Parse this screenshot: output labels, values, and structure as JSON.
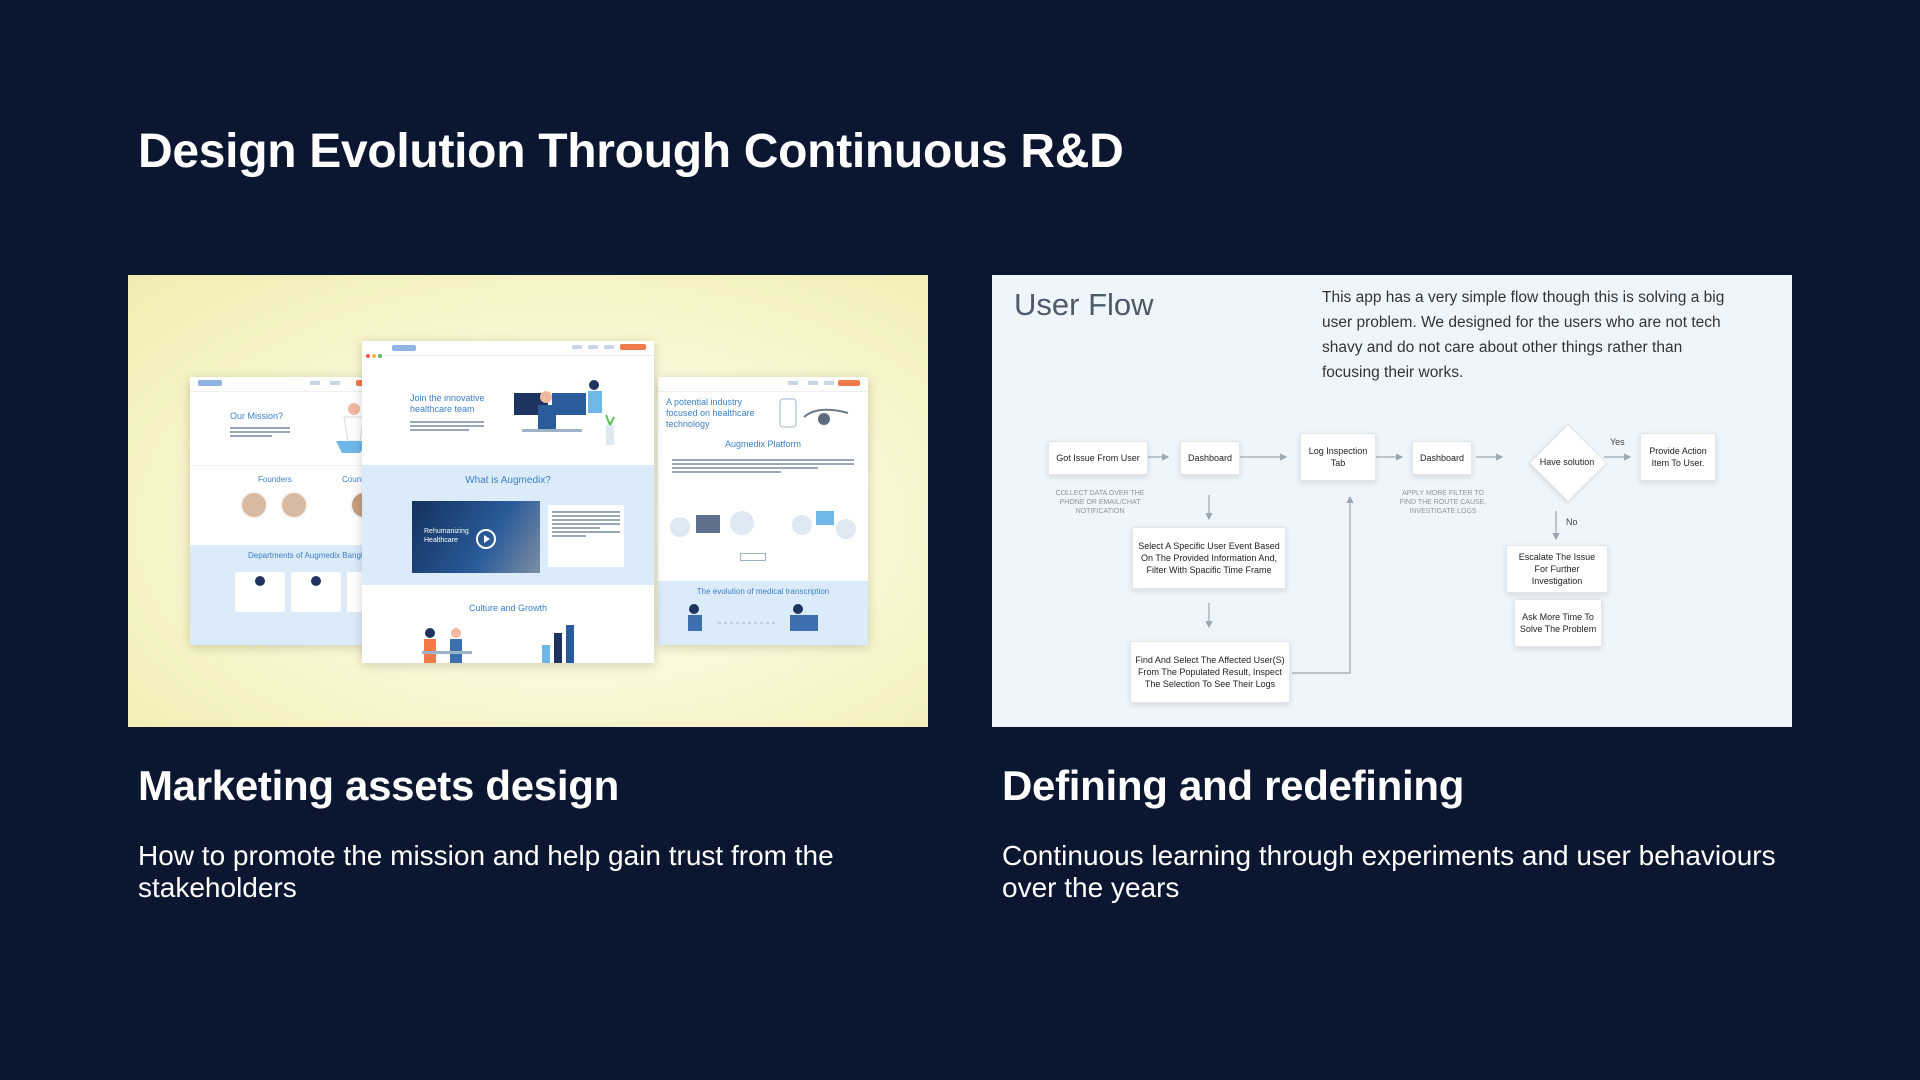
{
  "slide": {
    "title": "Design Evolution Through Continuous R&D"
  },
  "left_card": {
    "title": "Marketing assets design",
    "description": "How to promote the mission and help gain trust from the stakeholders",
    "mockup": {
      "left_page": {
        "mission_label": "Our Mission?",
        "founders_label": "Founders",
        "country_label": "Country",
        "departments_label": "Departments of Augmedix Bangla"
      },
      "center_page": {
        "hero_text": "Join the innovative healthcare team",
        "section_title": "What is Augmedix?",
        "video_label": "Rehumanizing Healthcare",
        "culture_label": "Culture and Growth"
      },
      "right_page": {
        "hero_text": "A potential industry focused on healthcare technology",
        "platform_label": "Augmedix Platform",
        "evolution_label": "The evolution of medical transcription"
      }
    }
  },
  "right_card": {
    "title": "Defining and redefining",
    "description": "Continuous learning through experiments and user behaviours over the years",
    "user_flow": {
      "heading": "User Flow",
      "intro": "This app has a very simple flow though this is solving a big user problem. We designed for the users who are not tech shavy and do not care about other things rather than focusing their works.",
      "nodes": {
        "got_issue": "Got Issue From User",
        "dashboard_1": "Dashboard",
        "log_inspection": "Log Inspection Tab",
        "dashboard_2": "Dashboard",
        "have_solution": "Have solution",
        "provide_action": "Provide Action Item To User.",
        "select_event": "Select A Specific User Event Based On The Provided Information And, Filter With Spacific Time Frame",
        "find_users": "Find And Select The Affected User(S) From The Populated Result, Inspect The Selection To See Their Logs",
        "escalate": "Escalate The Issue For Further Investigation",
        "ask_time": "Ask More Time To Solve The Problem"
      },
      "notes": {
        "collect": "COLLECT DATA OVER THE PHONE OR EMAIL/CHAT NOTIFICATION",
        "apply_filter": "APPLY MORE FILTER TO FIND THE ROUTE CAUSE, INVESTIGATE LOGS"
      },
      "yes_label": "Yes",
      "no_label": "No"
    }
  },
  "colors": {
    "background": "#0b1730",
    "accent_blue": "#3d7fc7",
    "cta_orange": "#f07a4a"
  }
}
